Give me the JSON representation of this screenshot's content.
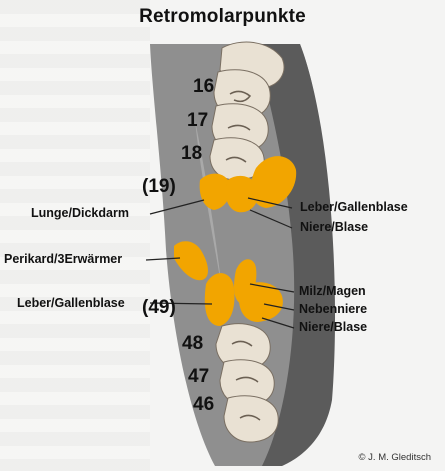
{
  "title": "Retromolarpunkte",
  "tooth_numbers": [
    "16",
    "17",
    "18",
    "(19)",
    "(49)",
    "48",
    "47",
    "46"
  ],
  "labels": {
    "lunge_dickdarm": "Lunge/Dickdarm",
    "leber_gallenblase_upper": "Leber/Gallenblase",
    "niere_blase_upper": "Niere/Blase",
    "perikard": "Perikard/3Erwärmer",
    "leber_gallenblase_lower": "Leber/Gallenblase",
    "milz_magen": "Milz/Magen",
    "nebenniere": "Nebenniere",
    "niere_blase_lower": "Niere/Blase"
  },
  "copyright": "© J. M. Gleditsch",
  "colors": {
    "point_fill": "#f2a500",
    "gum": "#8f8f8f",
    "mouth": "#5b5b5b",
    "tooth": "#e9e1d3"
  }
}
